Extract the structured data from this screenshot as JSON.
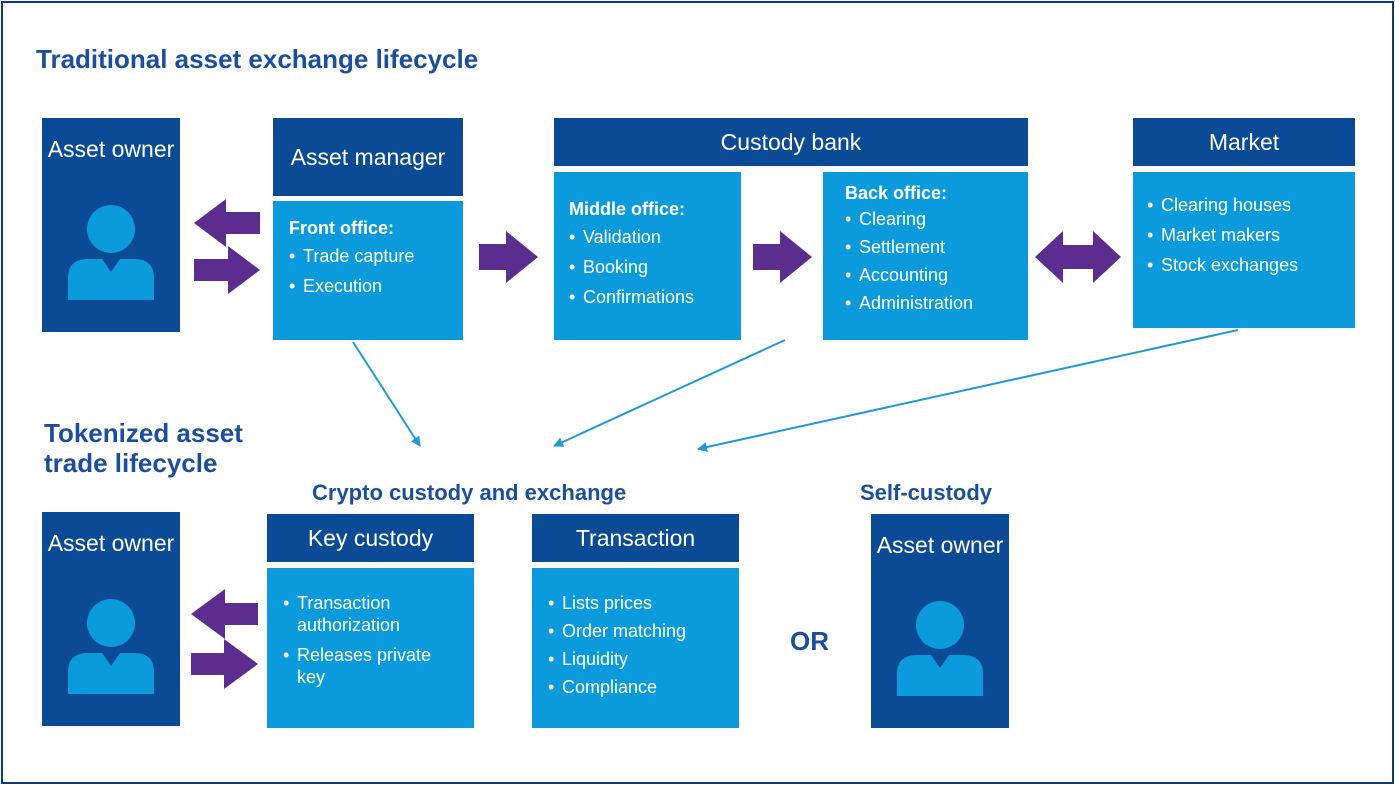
{
  "titles": {
    "traditional": "Traditional asset exchange lifecycle",
    "tokenized": "Tokenized asset trade lifecycle",
    "crypto": "Crypto custody and exchange",
    "self": "Self-custody",
    "or": "OR"
  },
  "traditional": {
    "asset_owner": "Asset owner",
    "asset_manager": {
      "header": "Asset manager",
      "section": "Front office:",
      "items": [
        "Trade capture",
        "Execution"
      ]
    },
    "custody_bank": {
      "header": "Custody bank",
      "middle": {
        "section": "Middle office:",
        "items": [
          "Validation",
          "Booking",
          "Confirmations"
        ]
      },
      "back": {
        "section": "Back office:",
        "items": [
          "Clearing",
          "Settlement",
          "Accounting",
          "Administration"
        ]
      }
    },
    "market": {
      "header": "Market",
      "items": [
        "Clearing houses",
        "Market makers",
        "Stock exchanges"
      ]
    }
  },
  "tokenized": {
    "asset_owner": "Asset owner",
    "key_custody": {
      "header": "Key custody",
      "items": [
        "Transaction authorization",
        "Releases private key"
      ]
    },
    "transaction": {
      "header": "Transaction",
      "items": [
        "Lists prices",
        "Order matching",
        "Liquidity",
        "Compliance"
      ]
    },
    "self_owner": "Asset owner"
  },
  "colors": {
    "dark_blue": "#0b4a94",
    "light_blue": "#0b9bdc",
    "title_blue": "#1b4f9c",
    "arrow_purple": "#5b2d8e",
    "connector_blue": "#1e9ad6"
  }
}
